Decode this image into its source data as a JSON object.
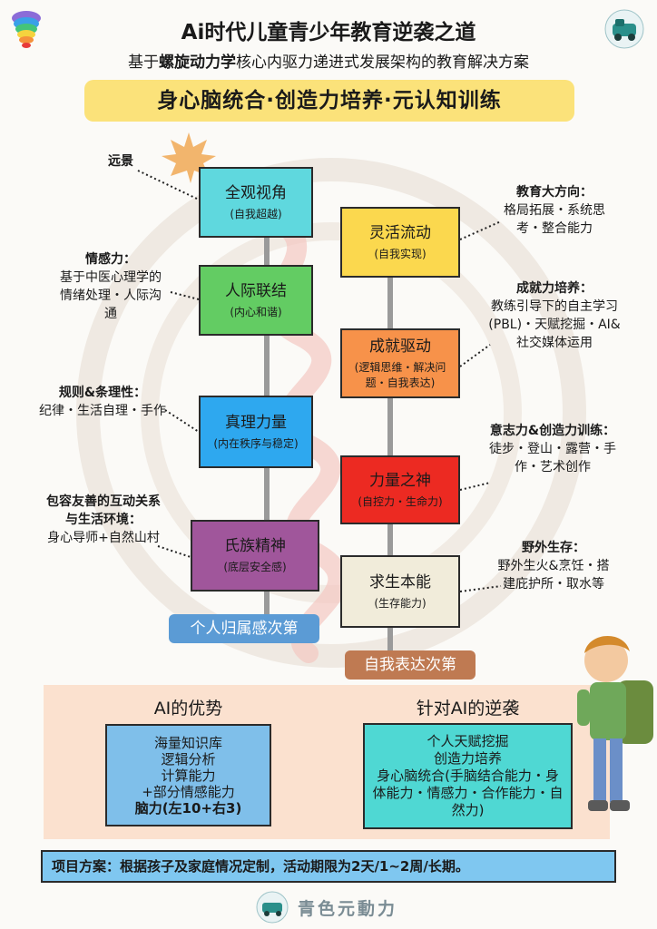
{
  "header": {
    "title": "Ai时代儿童青少年教育逆袭之道",
    "subtitle_prefix": "基于",
    "subtitle_bold": "螺旋动力学",
    "subtitle_suffix": "核心内驱力递进式发展架构的教育解决方案",
    "banner": "身心脑统合·创造力培养·元认知训练"
  },
  "left_column": [
    {
      "main": "全观视角",
      "sub": "(自我超越)",
      "color": "#5fd8de"
    },
    {
      "main": "人际联结",
      "sub": "(内心和谐)",
      "color": "#63cc63"
    },
    {
      "main": "真理力量",
      "sub": "(内在秩序与稳定)",
      "color": "#2ea8ef"
    },
    {
      "main": "氏族精神",
      "sub": "(底层安全感)",
      "color": "#a0569b"
    }
  ],
  "right_column": [
    {
      "main": "灵活流动",
      "sub": "(自我实现)",
      "color": "#fbd84e"
    },
    {
      "main": "成就驱动",
      "sub": "(逻辑思维・解决问题・自我表达)",
      "color": "#f7924a"
    },
    {
      "main": "力量之神",
      "sub": "(自控力・生命力)",
      "color": "#ec2a22"
    },
    {
      "main": "求生本能",
      "sub": "(生存能力)",
      "color": "#f1ecda"
    }
  ],
  "left_notes": {
    "vision": {
      "h": "远景",
      "t": ""
    },
    "emotion": {
      "h": "情感力：",
      "t": "基于中医心理学的情绪处理・人际沟通"
    },
    "rules": {
      "h": "规则&条理性：",
      "t": "纪律・生活自理・手作"
    },
    "inclusive": {
      "h": "包容友善的互动关系与生活环境：",
      "t": "身心导师+自然山村"
    }
  },
  "right_notes": {
    "direction": {
      "h": "教育大方向：",
      "t": "格局拓展・系统思考・整合能力"
    },
    "achievement": {
      "h": "成就力培养：",
      "t": "教练引导下的自主学习(PBL)・天赋挖掘・AI&社交媒体运用"
    },
    "will": {
      "h": "意志力&创造力训练：",
      "t": "徒步・登山・露营・手作・艺术创作"
    },
    "wild": {
      "h": "野外生存：",
      "t": "野外生火&烹饪・搭建庇护所・取水等"
    }
  },
  "tags": {
    "left": "个人归属感次第",
    "right": "自我表达次第"
  },
  "bottom": {
    "ai_title": "AI的优势",
    "ai_lines": [
      "海量知识库",
      "逻辑分析",
      "计算能力",
      "+部分情感能力"
    ],
    "ai_bold": "脑力(左10+右3)",
    "counter_title": "针对AI的逆袭",
    "counter_lines": [
      "个人天赋挖掘",
      "创造力培养",
      "身心脑统合(手脑结合能力・身体能力・情感力・合作能力・自然力)"
    ],
    "project": "项目方案：根据孩子及家庭情况定制，活动期限为2天/1~2周/长期。",
    "brand": "青色元動力"
  }
}
